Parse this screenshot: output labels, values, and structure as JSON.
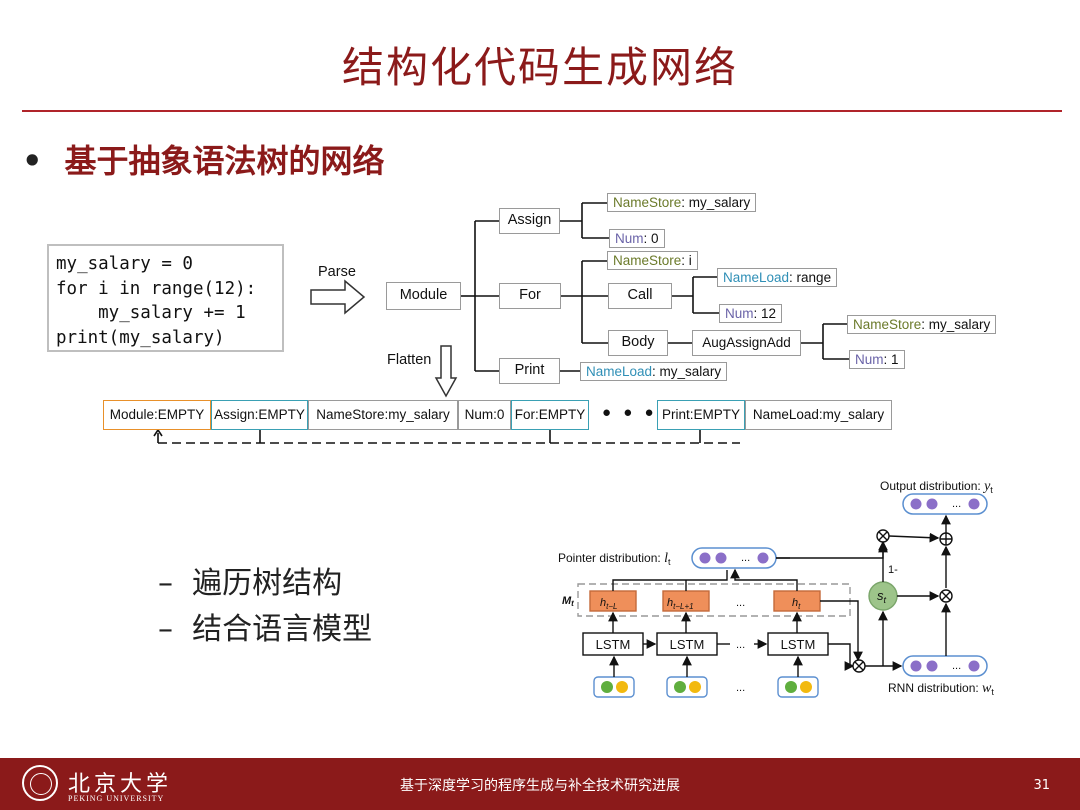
{
  "title": "结构化代码生成网络",
  "bullet": "基于抽象语法树的网络",
  "subpoints": [
    "遍历树结构",
    "结合语言模型"
  ],
  "code": "my_salary = 0\nfor i in range(12):\n    my_salary += 1\nprint(my_salary)",
  "parse_label": "Parse",
  "flatten_label": "Flatten",
  "tree": {
    "module": "Module",
    "assign": "Assign",
    "for": "For",
    "print": "Print",
    "call": "Call",
    "body": "Body",
    "augassign": "AugAssignAdd",
    "leaves": {
      "assign_store": {
        "key": "NameStore",
        "val": ": my_salary"
      },
      "assign_num": {
        "key": "Num",
        "val": ": 0"
      },
      "for_store": {
        "key": "NameStore",
        "val": ": i"
      },
      "call_load": {
        "key": "NameLoad",
        "val": ": range"
      },
      "call_num": {
        "key": "Num",
        "val": ": 12"
      },
      "aug_store": {
        "key": "NameStore",
        "val": ": my_salary"
      },
      "aug_num": {
        "key": "Num",
        "val": ": 1"
      },
      "print_load": {
        "key": "NameLoad",
        "val": ": my_salary"
      }
    }
  },
  "sequence": [
    "Module:EMPTY",
    "Assign:EMPTY",
    "NameStore:my_salary",
    "Num:0",
    "For:EMPTY",
    "Print:EMPTY",
    "NameLoad:my_salary"
  ],
  "sequence_ellipsis": "● ● ●",
  "network": {
    "output_label": "Output distribution: ",
    "output_var": "y",
    "output_sub": "t",
    "pointer_label": "Pointer distribution: ",
    "pointer_var": "l",
    "pointer_sub": "t",
    "rnn_label": "RNN distribution: ",
    "rnn_var": "w",
    "rnn_sub": "t",
    "mem_label": "M",
    "mem_sub": "t",
    "h_cells": [
      "h",
      "h",
      "h"
    ],
    "h_subs": [
      "t−L",
      "t−L+1",
      "t"
    ],
    "lstm": [
      "LSTM",
      "LSTM",
      "LSTM"
    ],
    "ellipsis": "...",
    "one_minus": "1-",
    "gate_var": "s",
    "gate_sub": "t"
  },
  "footer": {
    "university_cn": "北京大学",
    "university_en": "PEKING UNIVERSITY",
    "center_text": "基于深度学习的程序生成与补全技术研究进展",
    "page_number": "31"
  },
  "colors": {
    "accent": "#8b1a1a",
    "purple": "#8b6fc8",
    "green": "#5fae3e",
    "yellow": "#f2b90f",
    "orange_cell": "#ef8f5a",
    "gate": "#9dc48a"
  }
}
